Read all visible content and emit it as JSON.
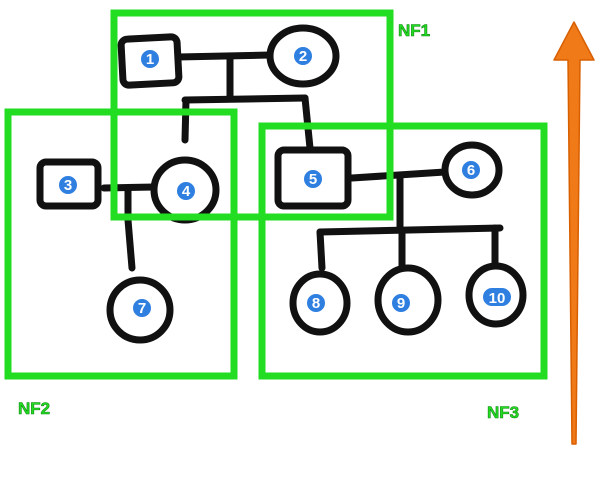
{
  "colors": {
    "ink": "#111111",
    "frame": "#22dd22",
    "badge": "#2f7fe0",
    "badge_text": "#ffffff",
    "arrow": "#f07a18",
    "label": "#22dd22"
  },
  "families": [
    "NF1",
    "NF2",
    "NF3"
  ],
  "nodes": [
    {
      "id": "1",
      "shape": "square"
    },
    {
      "id": "2",
      "shape": "circle"
    },
    {
      "id": "3",
      "shape": "square"
    },
    {
      "id": "4",
      "shape": "circle"
    },
    {
      "id": "5",
      "shape": "square"
    },
    {
      "id": "6",
      "shape": "circle"
    },
    {
      "id": "7",
      "shape": "circle"
    },
    {
      "id": "8",
      "shape": "circle"
    },
    {
      "id": "9",
      "shape": "circle"
    },
    {
      "id": "10",
      "shape": "circle"
    }
  ],
  "arrow": {
    "direction": "up",
    "icon": "up-arrow-icon"
  }
}
